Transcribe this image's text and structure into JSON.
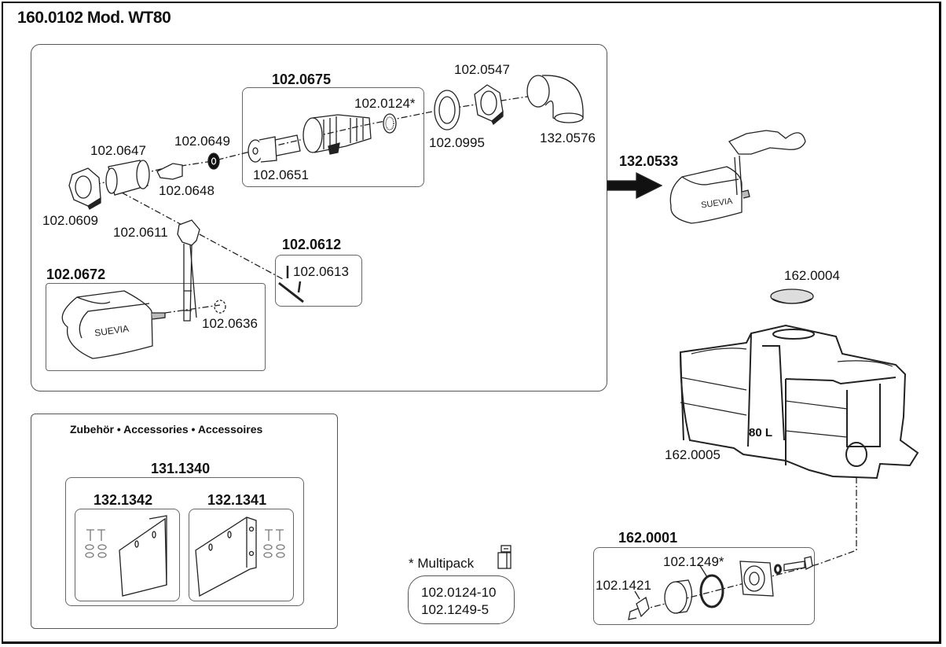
{
  "title": "160.0102 Mod. WT80",
  "main_assembly": {
    "groups": [
      {
        "id": "102.0675",
        "label": "102.0675"
      },
      {
        "id": "102.0672",
        "label": "102.0672"
      },
      {
        "id": "102.0612",
        "label": "102.0612"
      }
    ],
    "parts": {
      "p0124": "102.0124*",
      "p0547": "102.0547",
      "p0995": "102.0995",
      "p0576": "132.0576",
      "p0651": "102.0651",
      "p0649": "102.0649",
      "p0647": "102.0647",
      "p0648": "102.0648",
      "p0609": "102.0609",
      "p0611": "102.0611",
      "p0613": "102.0613",
      "p0636": "102.0636"
    },
    "float_brand": "SUEVIA"
  },
  "complete_unit": {
    "label": "132.0533",
    "brand": "SUEVIA"
  },
  "trough": {
    "lid": "162.0004",
    "body": "162.0005",
    "capacity": "80 L"
  },
  "drain_kit": {
    "label": "162.0001",
    "parts": {
      "oring": "102.1249*",
      "wingnut": "102.1421"
    }
  },
  "accessories": {
    "heading": "Zubehör • Accessories • Accessoires",
    "set_label": "131.1340",
    "items": [
      {
        "label": "132.1342"
      },
      {
        "label": "132.1341"
      }
    ]
  },
  "multipack": {
    "label": "* Multipack",
    "items": [
      "102.0124-10",
      "102.1249-5"
    ]
  }
}
